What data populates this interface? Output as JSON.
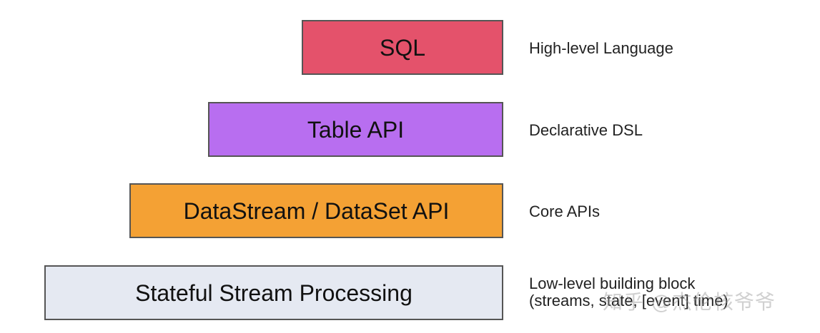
{
  "layers": [
    {
      "label": "SQL",
      "description_lines": [
        "High-level Language"
      ],
      "color": "#e4526b"
    },
    {
      "label": "Table API",
      "description_lines": [
        "Declarative DSL"
      ],
      "color": "#b86ef0"
    },
    {
      "label": "DataStream / DataSet API",
      "description_lines": [
        "Core APIs"
      ],
      "color": "#f4a134"
    },
    {
      "label": "Stateful Stream Processing",
      "description_lines": [
        "Low-level building block",
        "(streams, state, [event] time)"
      ],
      "color": "#e5e9f2"
    }
  ],
  "watermark": "知乎 @杰伦核爷爷"
}
